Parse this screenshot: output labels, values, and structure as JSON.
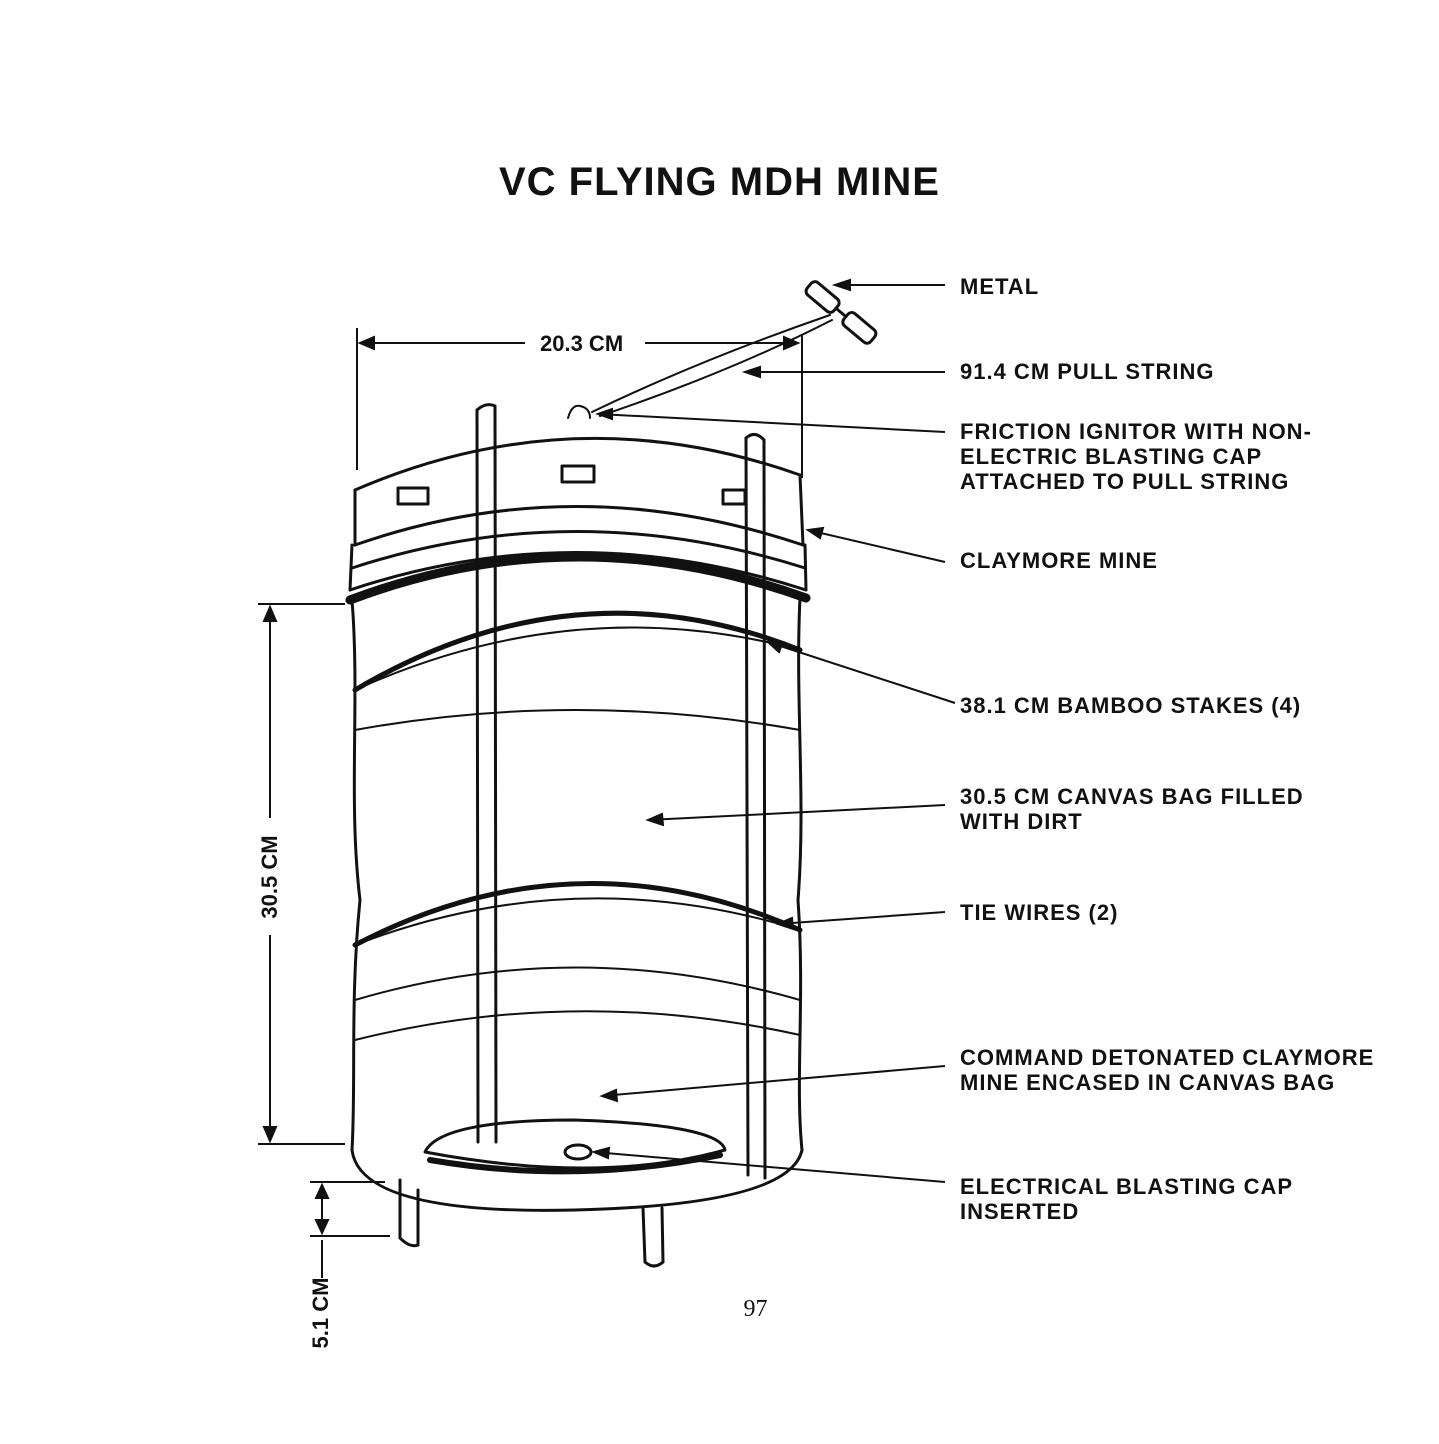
{
  "title": "VC FLYING MDH MINE",
  "labels": {
    "metal": "METAL",
    "pull_string": "91.4 CM PULL STRING",
    "friction_ignitor": [
      "FRICTION IGNITOR WITH NON-",
      "ELECTRIC BLASTING CAP",
      "ATTACHED TO PULL STRING"
    ],
    "claymore": "CLAYMORE MINE",
    "bamboo": "38.1 CM BAMBOO STAKES (4)",
    "canvas_bag": [
      "30.5 CM CANVAS BAG FILLED",
      "WITH DIRT"
    ],
    "tie_wires": "TIE WIRES (2)",
    "command_detonated": [
      "COMMAND DETONATED CLAYMORE",
      "MINE ENCASED IN CANVAS BAG"
    ],
    "electrical_cap": [
      "ELECTRICAL BLASTING CAP",
      "INSERTED"
    ]
  },
  "dimensions": {
    "width": "20.3 CM",
    "height": "30.5 CM",
    "stake_depth": "5.1 CM"
  },
  "page_number": "97"
}
